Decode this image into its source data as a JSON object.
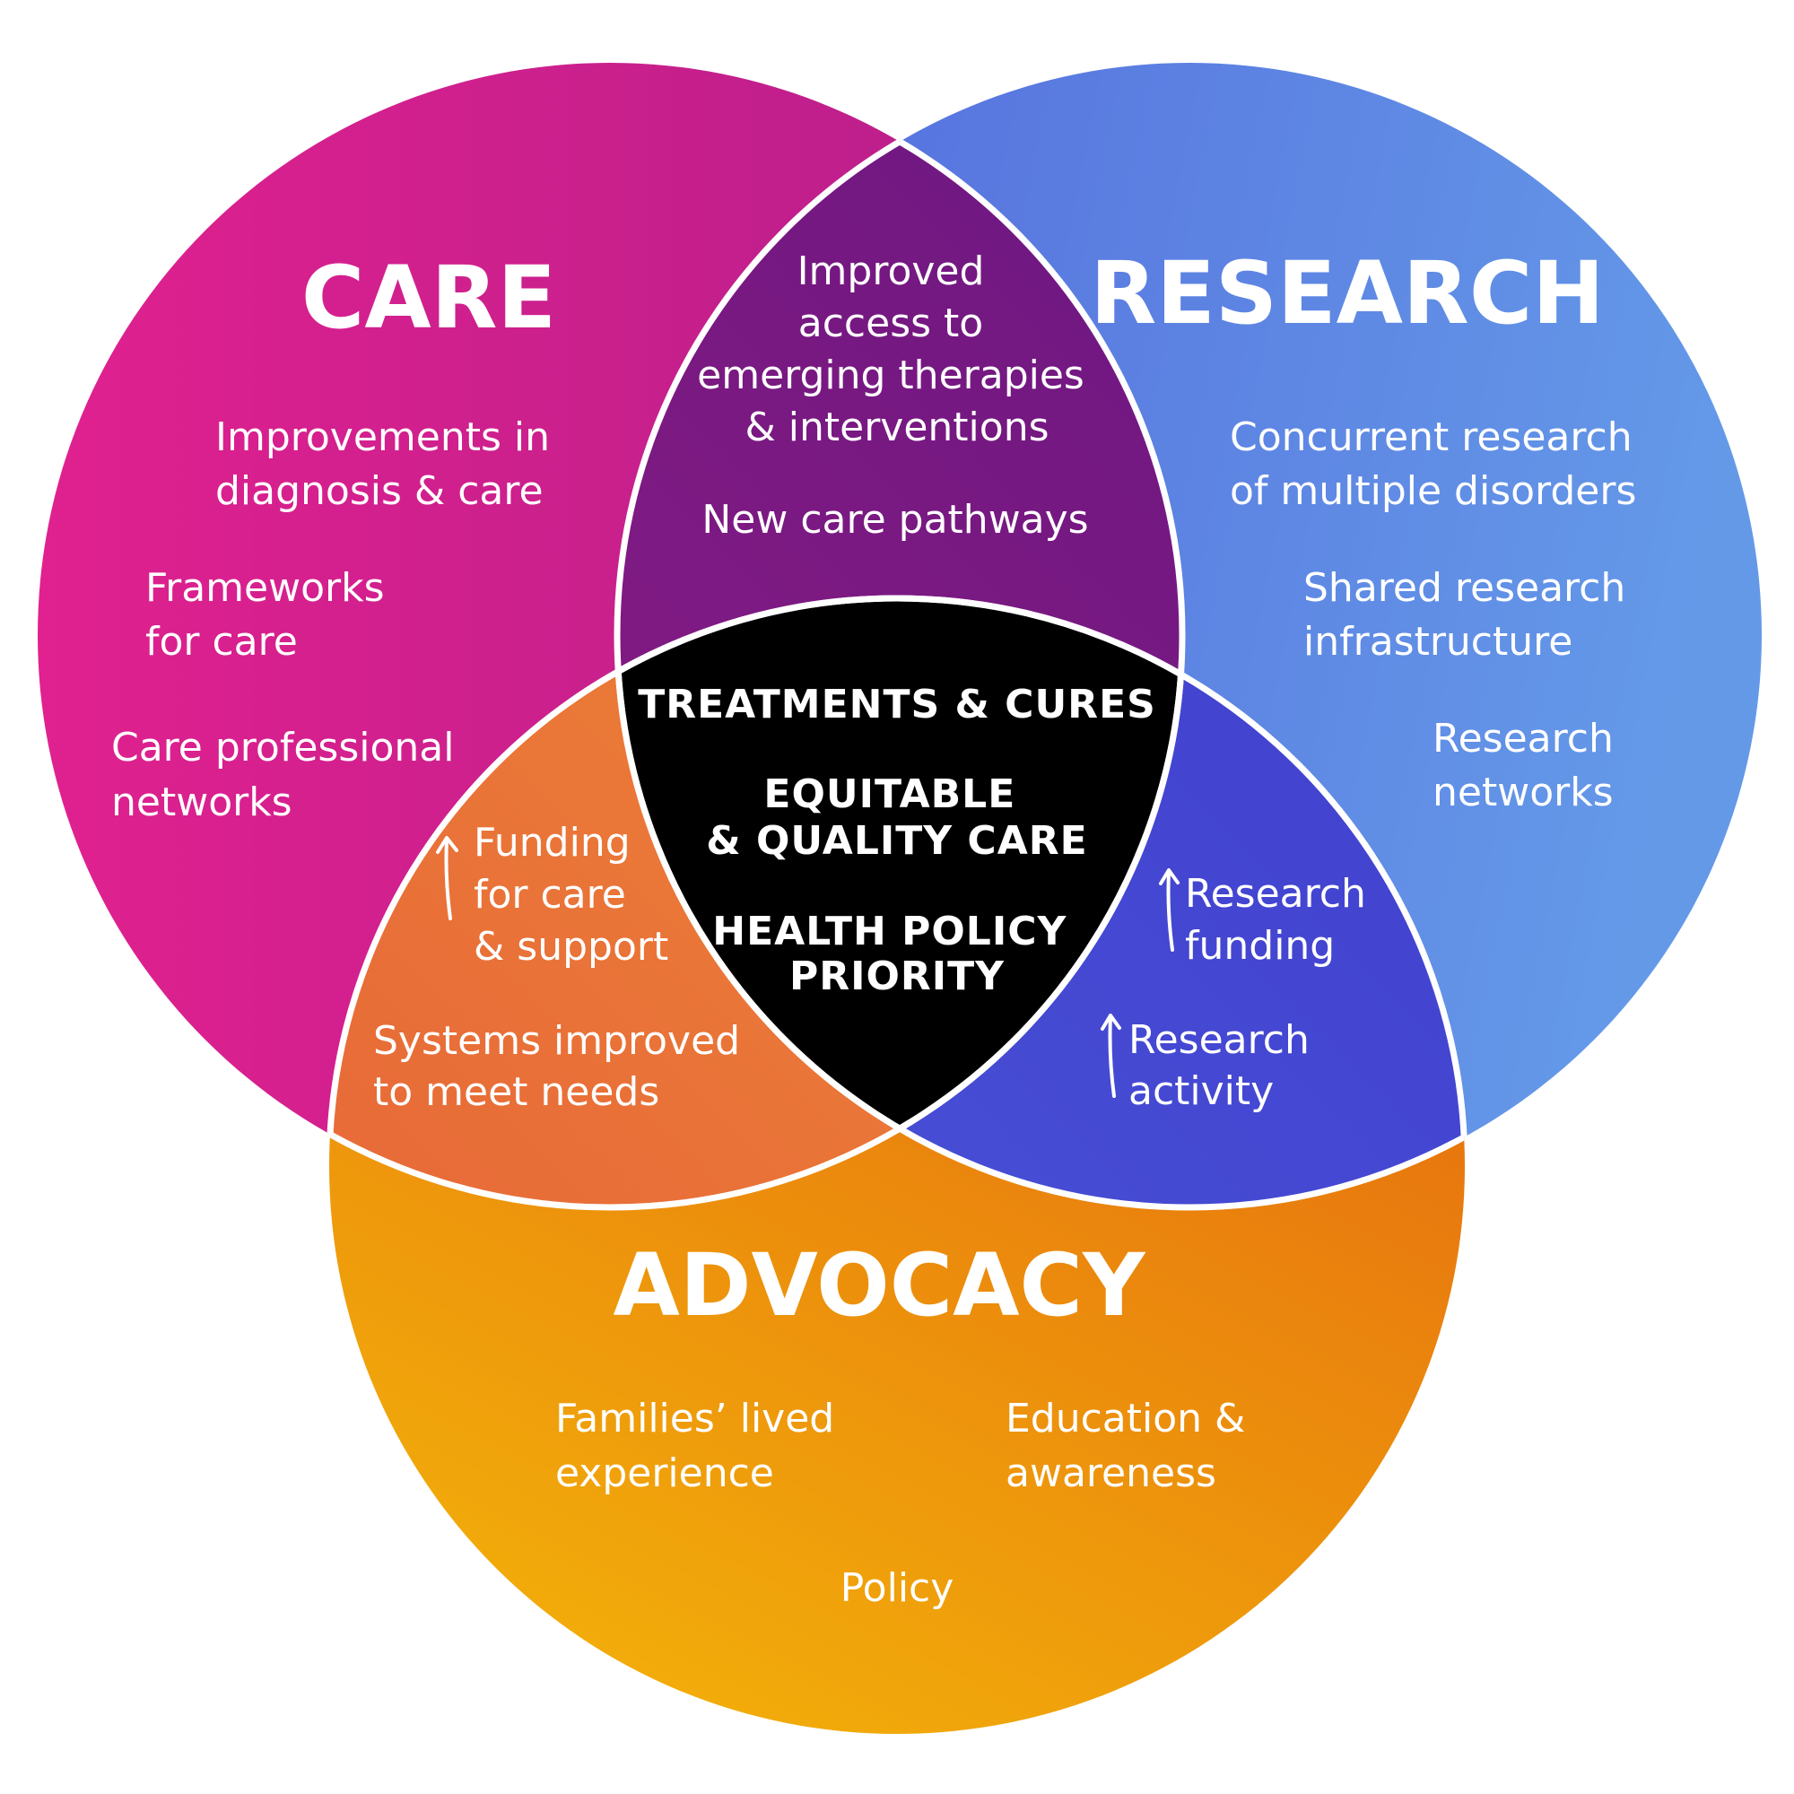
{
  "diagram": {
    "type": "venn-3",
    "colors": {
      "care_start": "#e0218f",
      "care_end": "#b21e8a",
      "research_start": "#5469dc",
      "research_end": "#6499e8",
      "advocacy_top": "#e35f10",
      "advocacy_bottom": "#f2ae0a",
      "care_research_overlap_start": "#8a1c84",
      "care_research_overlap_end": "#621580",
      "care_advocacy_overlap_start": "#e6603a",
      "care_advocacy_overlap_end": "#ed8a35",
      "research_advocacy_overlap_start": "#4c5ad8",
      "research_advocacy_overlap_end": "#4140cf",
      "center": "#000000",
      "outline": "#ffffff",
      "text": "#ffffff"
    },
    "sets": {
      "care": {
        "title": "CARE",
        "items": [
          [
            "Improvements in",
            "diagnosis & care"
          ],
          [
            "Frameworks",
            "for care"
          ],
          [
            "Care professional",
            "networks"
          ]
        ]
      },
      "research": {
        "title": "RESEARCH",
        "items": [
          [
            "Concurrent research",
            "of multiple disorders"
          ],
          [
            "Shared research",
            "infrastructure"
          ],
          [
            "Research",
            "networks"
          ]
        ]
      },
      "advocacy": {
        "title": "ADVOCACY",
        "items": [
          [
            "Families’ lived",
            "experience"
          ],
          [
            "Education &",
            "awareness"
          ],
          [
            "Policy"
          ]
        ]
      }
    },
    "overlaps": {
      "care_research": {
        "items": [
          [
            "Improved",
            "access to",
            "emerging therapies",
            "& interventions"
          ],
          [
            "New care pathways"
          ]
        ]
      },
      "care_advocacy": {
        "items": [
          {
            "lines": [
              "Funding",
              "for care",
              "& support"
            ],
            "indicator": "up-arrow"
          },
          {
            "lines": [
              "Systems improved",
              "to meet needs"
            ]
          }
        ]
      },
      "research_advocacy": {
        "items": [
          {
            "lines": [
              "Research",
              "funding"
            ],
            "indicator": "up-arrow"
          },
          {
            "lines": [
              "Research",
              "activity"
            ],
            "indicator": "up-arrow"
          }
        ]
      },
      "all": {
        "items": [
          [
            "TREATMENTS & CURES"
          ],
          [
            "EQUITABLE",
            "& QUALITY CARE"
          ],
          [
            "HEALTH POLICY",
            "PRIORITY"
          ]
        ]
      }
    }
  }
}
